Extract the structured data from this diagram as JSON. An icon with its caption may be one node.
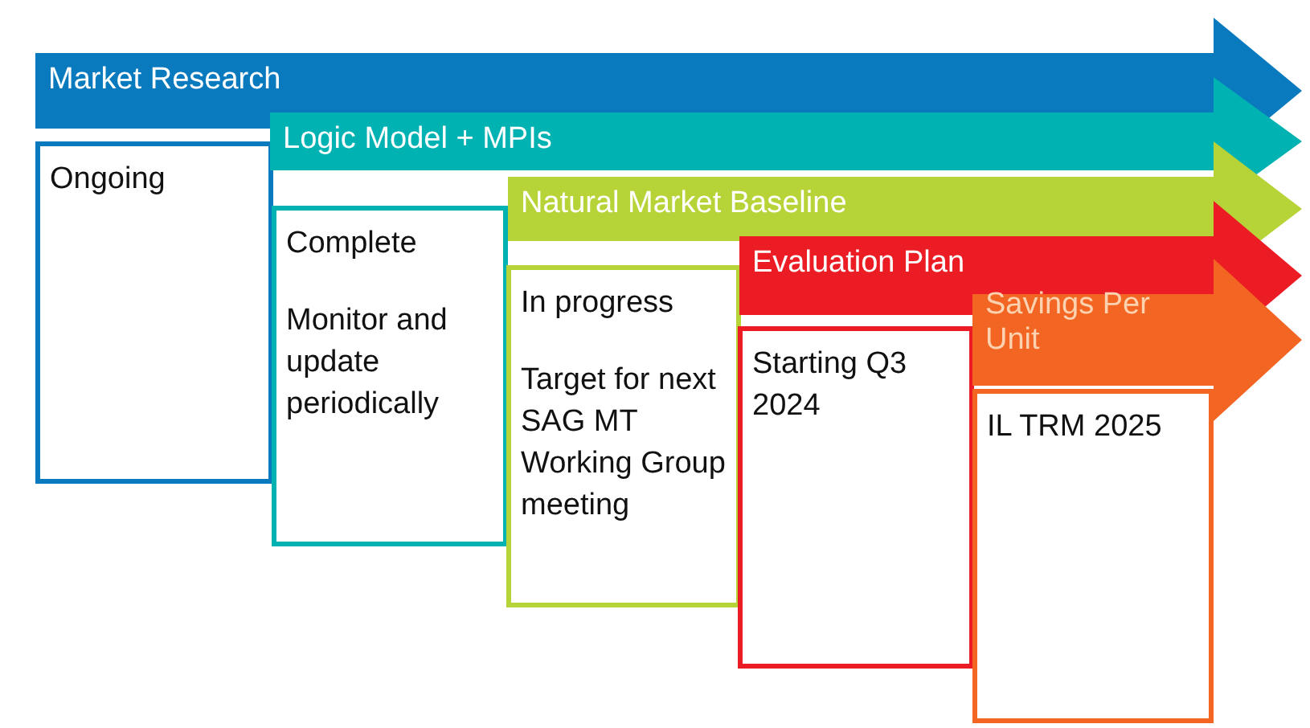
{
  "diagram": {
    "nodes": [
      {
        "text": [
          "Market Research"
        ]
      },
      {
        "text": [
          "Ongoing"
        ]
      },
      {
        "text": [
          "Logic Model + MPIs"
        ]
      },
      {
        "text": [
          "Complete",
          "Monitor and update periodically"
        ]
      },
      {
        "text": [
          "Natural Market Baseline"
        ]
      },
      {
        "text": [
          "In progress",
          "Target for next SAG MT Working Group meeting"
        ]
      },
      {
        "text": [
          "Evaluation Plan"
        ]
      },
      {
        "text": [
          "Starting Q3 2024"
        ]
      },
      {
        "text": [
          "Savings Per Unit"
        ]
      },
      {
        "text": [
          "IL TRM 2025"
        ]
      }
    ],
    "edges": []
  }
}
